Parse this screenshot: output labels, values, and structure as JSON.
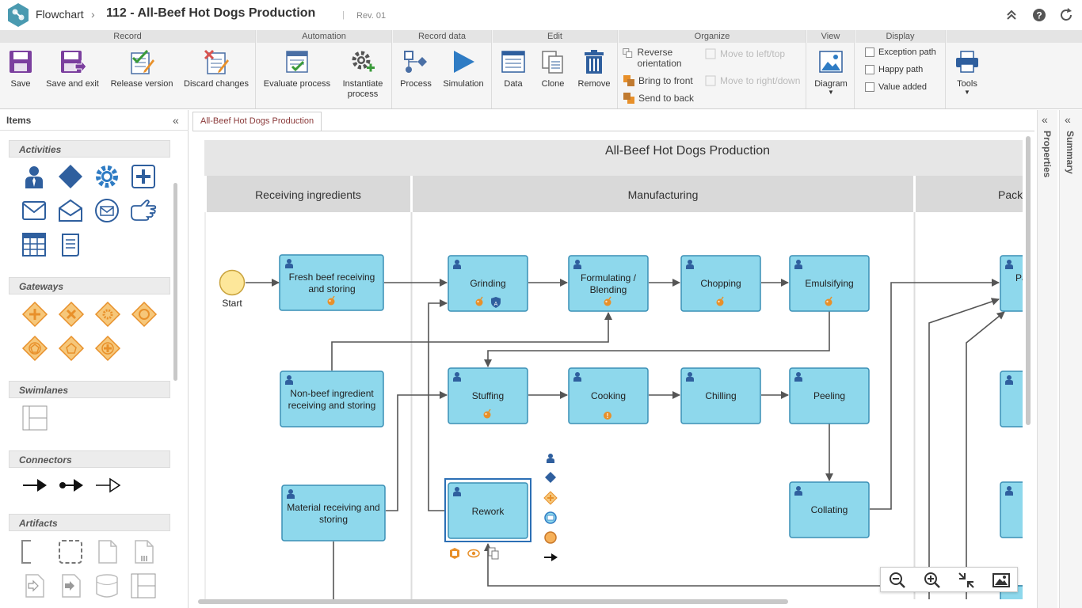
{
  "app": {
    "section": "Flowchart",
    "breadcrumb_sep": "›",
    "title": "112 - All-Beef Hot Dogs Production",
    "separator": "|",
    "revision": "Rev. 01"
  },
  "ribbon": {
    "groups": {
      "record": "Record",
      "automation": "Automation",
      "record_data": "Record data",
      "edit": "Edit",
      "organize": "Organize",
      "view": "View",
      "display": "Display"
    },
    "save": "Save",
    "save_exit": "Save and exit",
    "release": "Release version",
    "discard": "Discard changes",
    "evaluate": "Evaluate process",
    "instantiate": "Instantiate process",
    "process": "Process",
    "simulation": "Simulation",
    "data": "Data",
    "clone": "Clone",
    "remove": "Remove",
    "reverse": "Reverse orientation",
    "bring_front": "Bring to front",
    "send_back": "Send to back",
    "move_left": "Move to left/top",
    "move_right": "Move to right/down",
    "diagram": "Diagram",
    "exception": "Exception path",
    "happy": "Happy path",
    "value_added": "Value added",
    "tools": "Tools"
  },
  "items": {
    "title": "Items",
    "sections": {
      "activities": "Activities",
      "gateways": "Gateways",
      "swimlanes": "Swimlanes",
      "connectors": "Connectors",
      "artifacts": "Artifacts"
    }
  },
  "tab": {
    "label": "All-Beef Hot Dogs Production"
  },
  "side_panels": {
    "properties": "Properties",
    "summary": "Summary"
  },
  "diagram": {
    "pool_title": "All-Beef Hot Dogs Production",
    "lanes": [
      "Receiving ingredients",
      "Manufacturing",
      "Pack"
    ],
    "start_label": "Start",
    "nodes": {
      "fresh": [
        "Fresh beef receiving",
        "and storing"
      ],
      "grinding": [
        "Grinding"
      ],
      "formulating": [
        "Formulating /",
        "Blending"
      ],
      "chopping": [
        "Chopping"
      ],
      "emulsifying": [
        "Emulsifying"
      ],
      "nonbeef": [
        "Non-beef ingredient",
        "receiving and storing"
      ],
      "stuffing": [
        "Stuffing"
      ],
      "cooking": [
        "Cooking"
      ],
      "chilling": [
        "Chilling"
      ],
      "peeling": [
        "Peeling"
      ],
      "material": [
        "Material receiving and",
        "storing"
      ],
      "rework": [
        "Rework"
      ],
      "collating": [
        "Collating"
      ],
      "pack1": [
        "Pa"
      ]
    }
  },
  "colors": {
    "task_fill": "#8ed8ec",
    "task_stroke": "#3a8fb5",
    "selected": "#2c6fb5",
    "accent": "#e8902a",
    "gateway": "#f6c77a",
    "start": "#fde79a"
  }
}
